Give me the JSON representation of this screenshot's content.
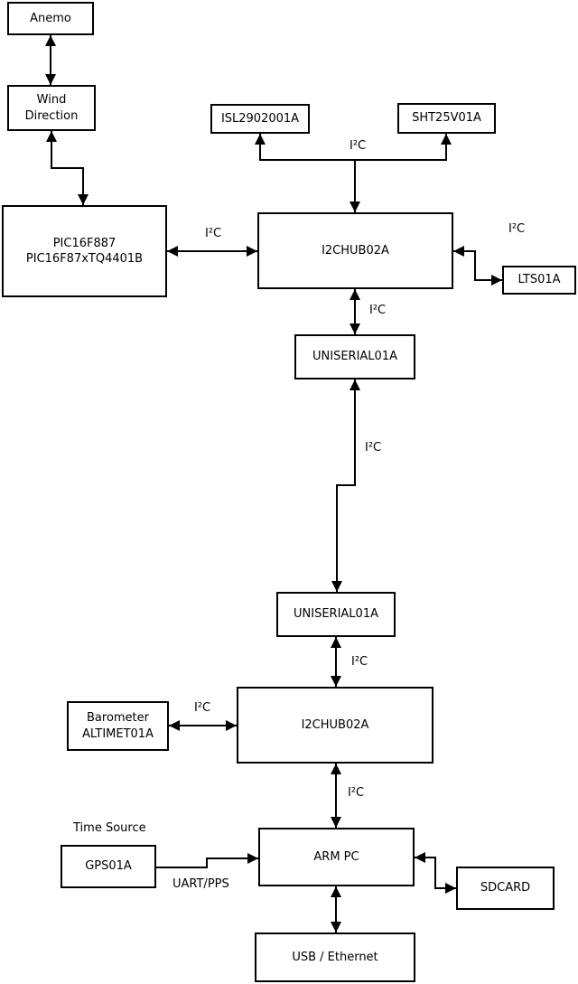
{
  "diagram": {
    "colors": {
      "ink": "#000000",
      "paper": "#ffffff"
    },
    "nodes": {
      "anemo": {
        "label": "Anemo"
      },
      "wind_direction": {
        "label": "Wind\nDirection"
      },
      "pic": {
        "label": "PIC16F887\nPIC16F87xTQ4401B"
      },
      "isl": {
        "label": "ISL2902001A"
      },
      "sht": {
        "label": "SHT25V01A"
      },
      "i2chub_top": {
        "label": "I2CHUB02A"
      },
      "lts": {
        "label": "LTS01A"
      },
      "uniserial_top": {
        "label": "UNISERIAL01A"
      },
      "uniserial_bottom": {
        "label": "UNISERIAL01A"
      },
      "barometer": {
        "label": "Barometer\nALTIMET01A"
      },
      "i2chub_bottom": {
        "label": "I2CHUB02A"
      },
      "arm_pc": {
        "label": "ARM PC"
      },
      "gps": {
        "label": "GPS01A"
      },
      "sdcard": {
        "label": "SDCARD"
      },
      "usb_ethernet": {
        "label": "USB / Ethernet"
      }
    },
    "labels": {
      "i2c_sensor_bus": "I²C",
      "i2c_pic_hub": "I²C",
      "i2c_lts": "I²C",
      "i2c_hub_uniserial": "I²C",
      "i2c_long_link": "I²C",
      "i2c_uniserial_hub": "I²C",
      "i2c_barometer": "I²C",
      "i2c_hub_arm": "I²C",
      "time_source": "Time Source",
      "uart_pps": "UART/PPS"
    }
  }
}
